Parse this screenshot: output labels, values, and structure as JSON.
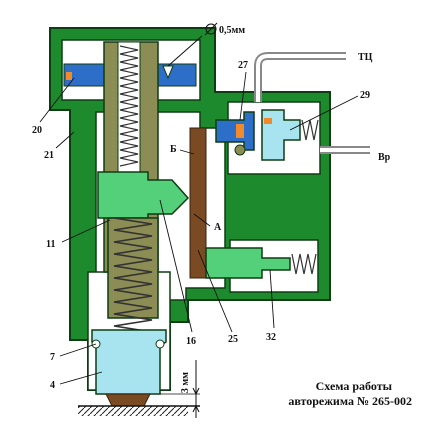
{
  "caption": {
    "line1": "Схема работы",
    "line2": "авторежима № 265-002"
  },
  "labels": {
    "orifice": "0,5мм",
    "tc": "ТЦ",
    "vr": "Вр",
    "gap": "3 мм",
    "chamber_a": "А",
    "chamber_b": "Б",
    "n20": "20",
    "n21": "21",
    "n11": "11",
    "n7": "7",
    "n4": "4",
    "n16": "16",
    "n25": "25",
    "n32": "32",
    "n27": "27",
    "n29": "29"
  },
  "colors": {
    "housing": "#1e8a2e",
    "outline": "#0d3d12",
    "piston": "#8c8c55",
    "light_green": "#54d07a",
    "blue": "#2d6fc8",
    "cyan": "#a8e4ef",
    "brown": "#7a4a22",
    "orange": "#f08a2a"
  }
}
